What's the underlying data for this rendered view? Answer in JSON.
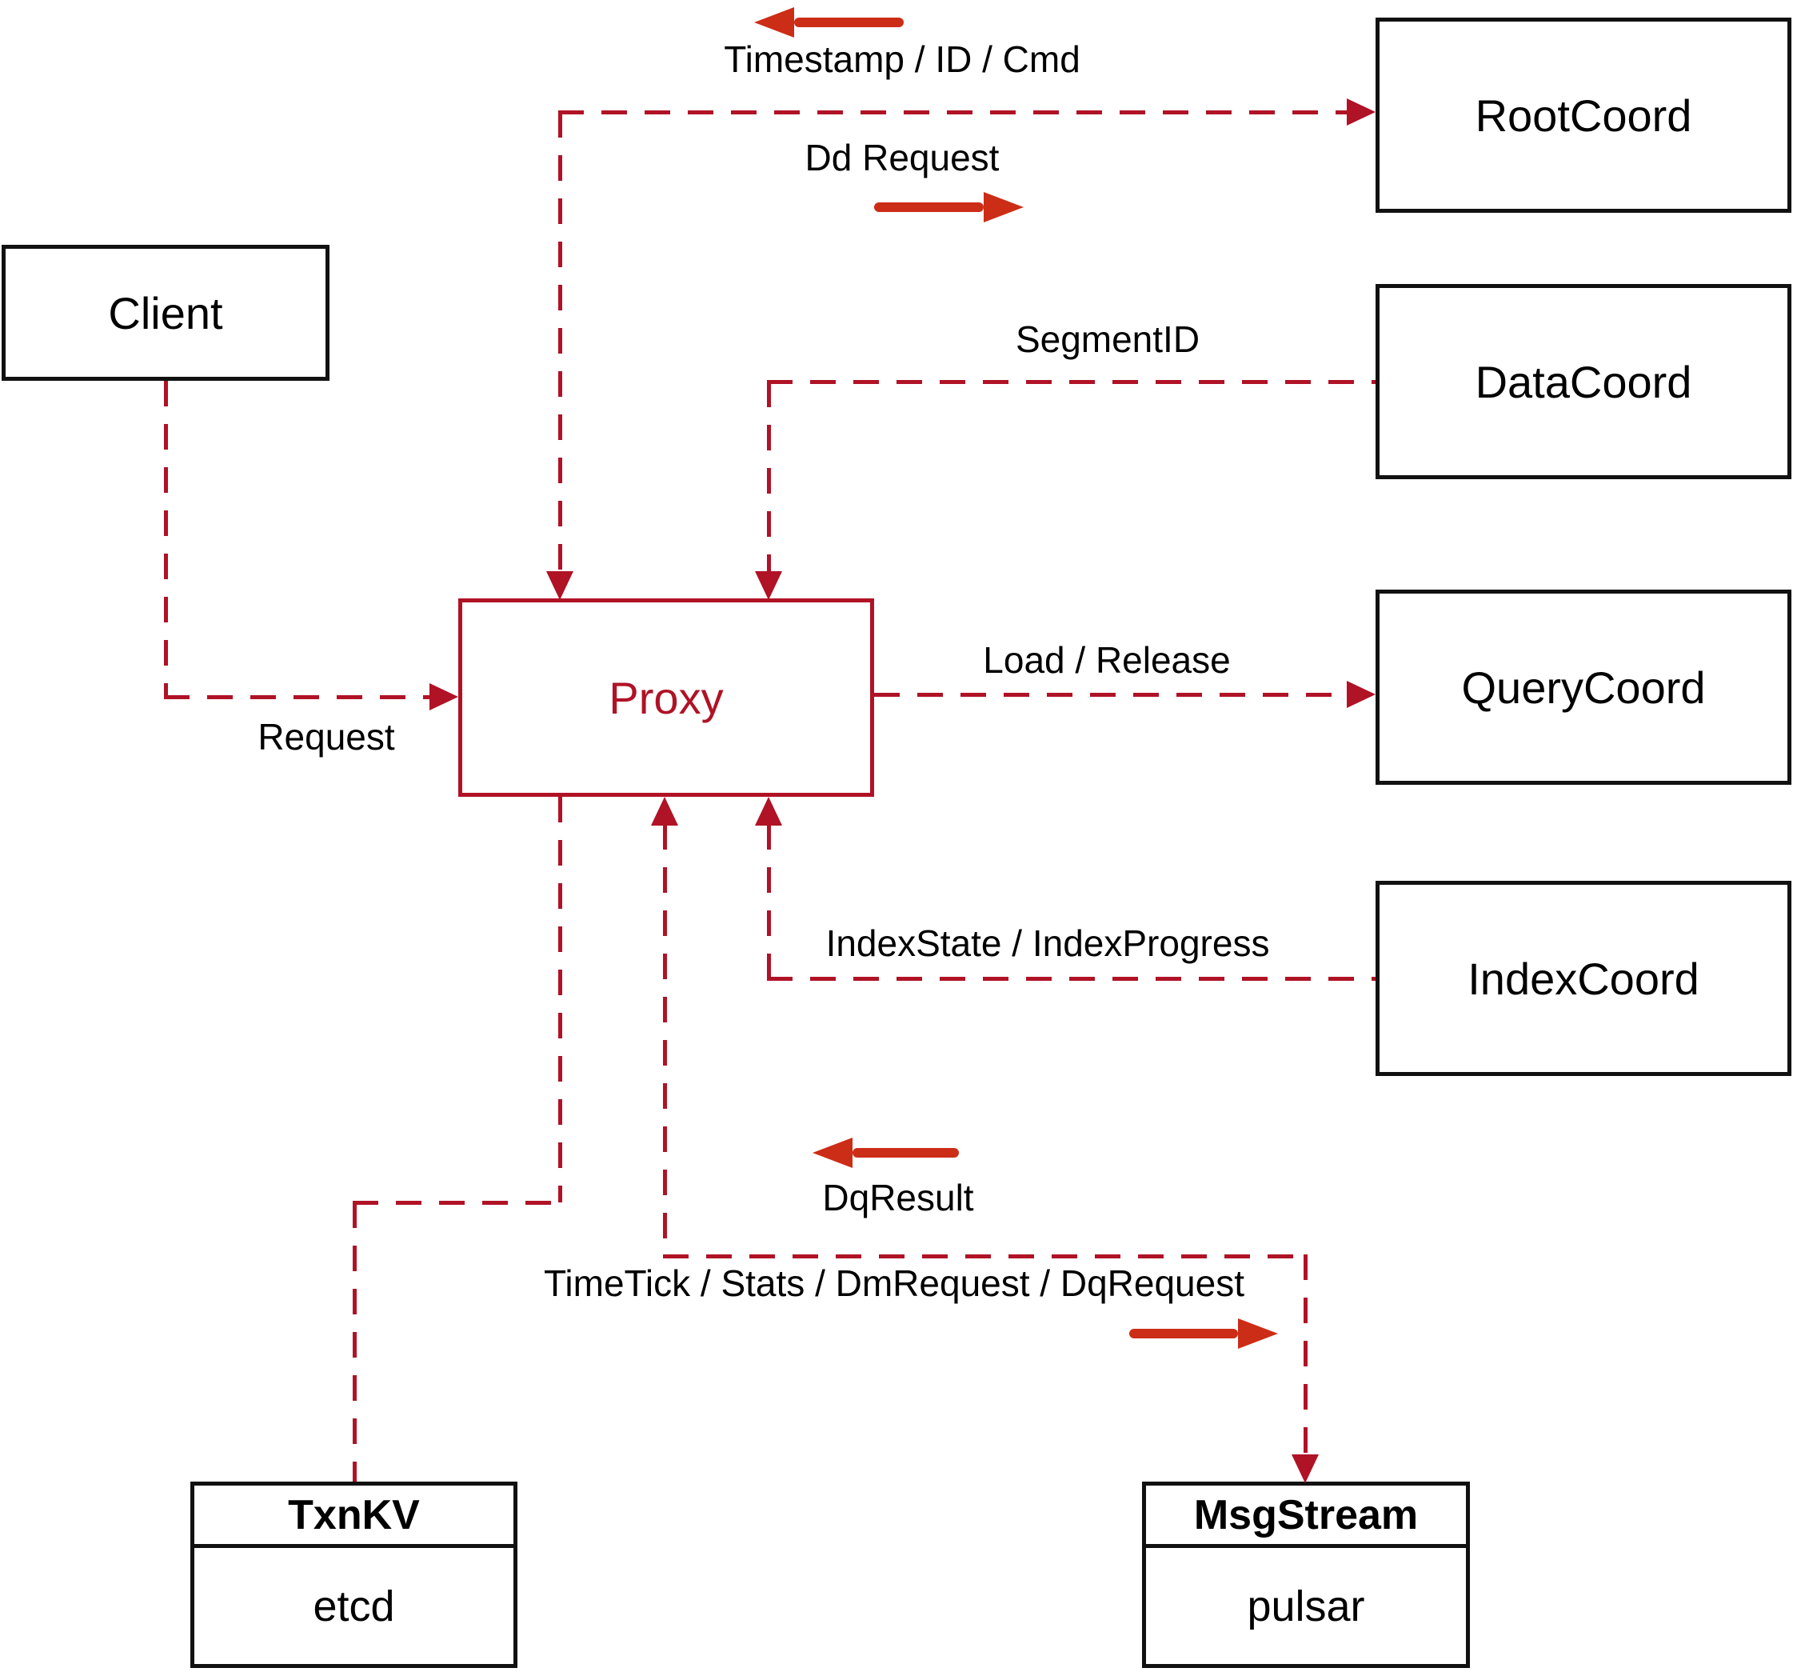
{
  "diagram": {
    "nodes": {
      "client": {
        "label": "Client"
      },
      "root_coord": {
        "label": "RootCoord"
      },
      "data_coord": {
        "label": "DataCoord"
      },
      "query_coord": {
        "label": "QueryCoord"
      },
      "index_coord": {
        "label": "IndexCoord"
      },
      "proxy": {
        "label": "Proxy"
      },
      "txn_kv": {
        "title": "TxnKV",
        "subtitle": "etcd"
      },
      "msg_stream": {
        "title": "MsgStream",
        "subtitle": "pulsar"
      }
    },
    "edge_labels": {
      "timestamp": "Timestamp / ID / Cmd",
      "dd_request": "Dd Request",
      "segment_id": "SegmentID",
      "request": "Request",
      "load_release": "Load / Release",
      "index_state": "IndexState / IndexProgress",
      "dq_result": "DqResult",
      "time_tick": "TimeTick / Stats / DmRequest / DqRequest"
    },
    "colors": {
      "dashed_line": "#b01226",
      "solid_arrow": "#cc2d16",
      "proxy_accent": "#b01226",
      "node_border": "#111111",
      "text": "#000000",
      "background": "#ffffff"
    }
  }
}
